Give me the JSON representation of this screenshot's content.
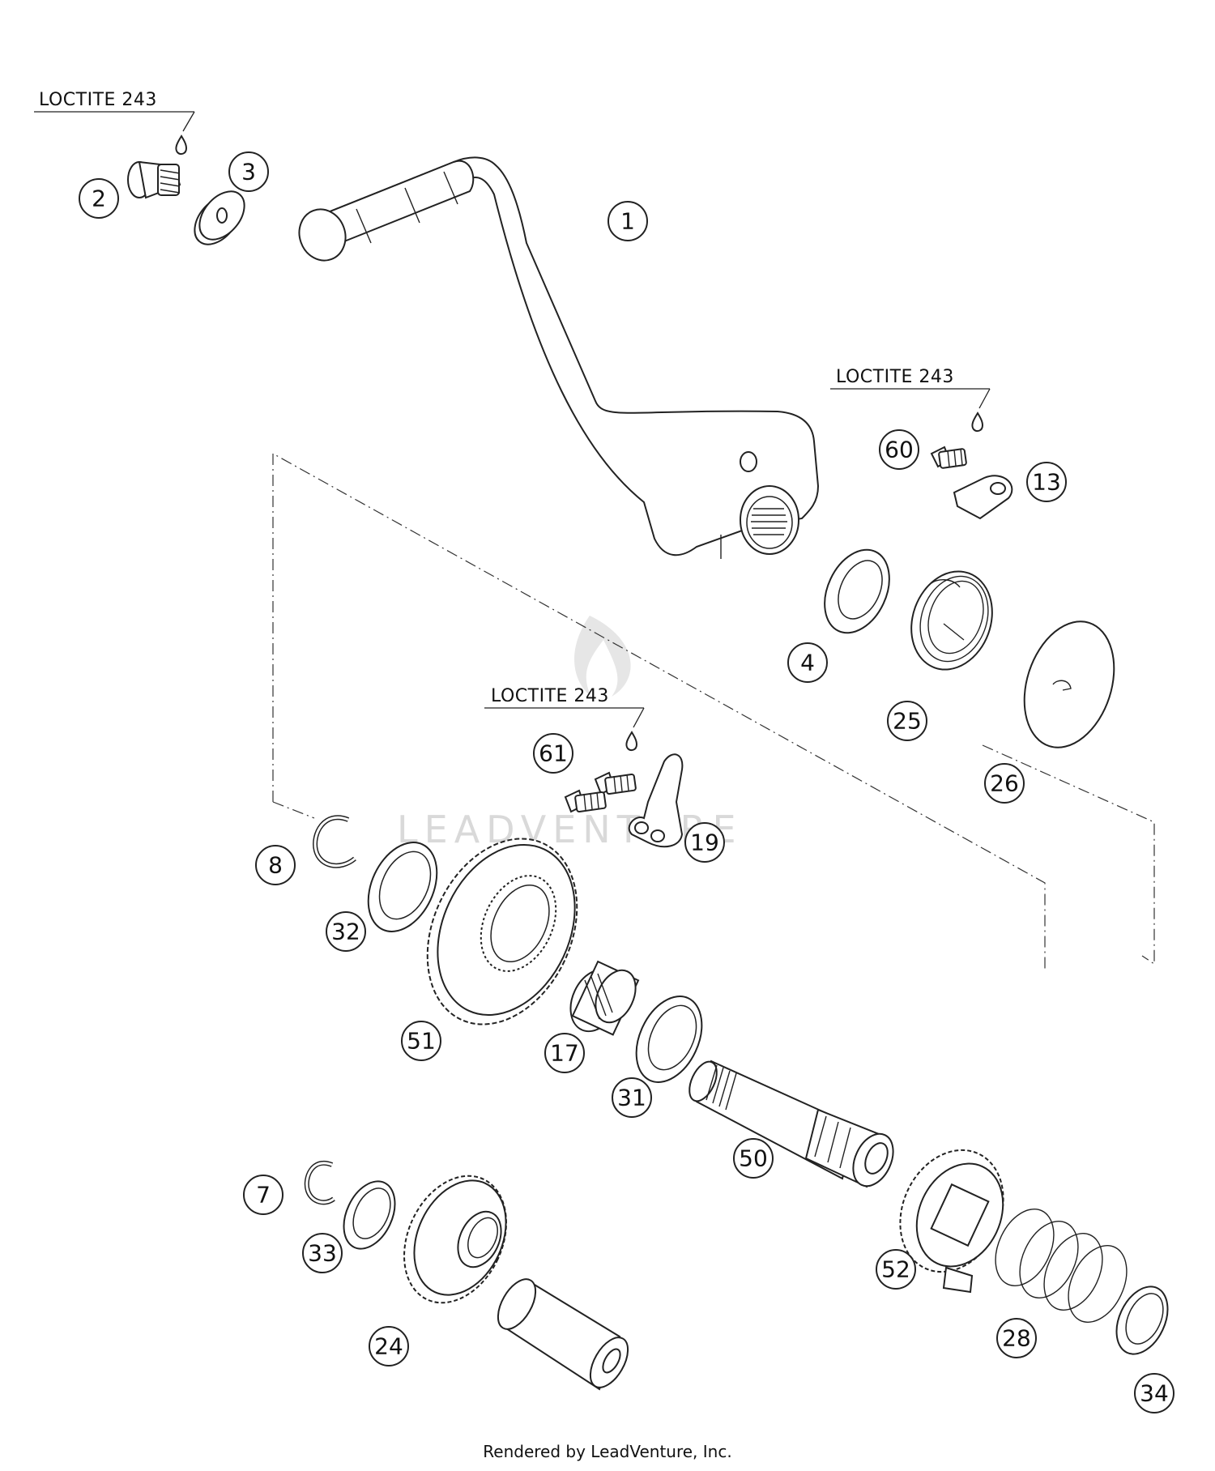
{
  "loctite_labels": [
    "LOCTITE 243",
    "LOCTITE 243",
    "LOCTITE 243"
  ],
  "callouts": [
    {
      "id": "1",
      "label": "1"
    },
    {
      "id": "2",
      "label": "2"
    },
    {
      "id": "3",
      "label": "3"
    },
    {
      "id": "4",
      "label": "4"
    },
    {
      "id": "7",
      "label": "7"
    },
    {
      "id": "8",
      "label": "8"
    },
    {
      "id": "13",
      "label": "13"
    },
    {
      "id": "17",
      "label": "17"
    },
    {
      "id": "19",
      "label": "19"
    },
    {
      "id": "24",
      "label": "24"
    },
    {
      "id": "25",
      "label": "25"
    },
    {
      "id": "26",
      "label": "26"
    },
    {
      "id": "28",
      "label": "28"
    },
    {
      "id": "31",
      "label": "31"
    },
    {
      "id": "32",
      "label": "32"
    },
    {
      "id": "33",
      "label": "33"
    },
    {
      "id": "34",
      "label": "34"
    },
    {
      "id": "50",
      "label": "50"
    },
    {
      "id": "51",
      "label": "51"
    },
    {
      "id": "52",
      "label": "52"
    },
    {
      "id": "60",
      "label": "60"
    },
    {
      "id": "61",
      "label": "61"
    }
  ],
  "watermark": "LEADVENTURE",
  "footer": "Rendered by LeadVenture, Inc."
}
